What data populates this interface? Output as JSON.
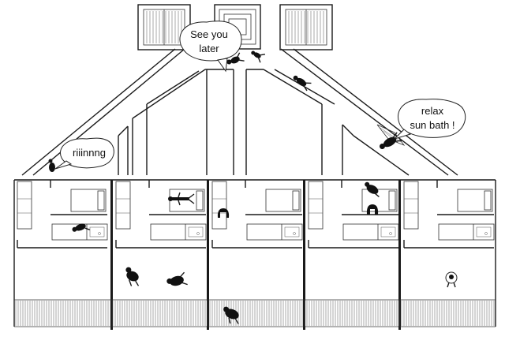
{
  "speech_bubbles": {
    "see_you_later": {
      "lines": [
        "See you",
        "later"
      ]
    },
    "riiinnng": {
      "lines": [
        "riiinnng"
      ]
    },
    "relax_sun_bath": {
      "lines": [
        "relax",
        "sun bath !"
      ]
    }
  },
  "units": [
    "unit-1",
    "unit-2",
    "unit-3",
    "unit-4",
    "unit-5"
  ],
  "colors": {
    "line": "#1a1a1a",
    "background": "#ffffff",
    "figure": "#111111"
  }
}
